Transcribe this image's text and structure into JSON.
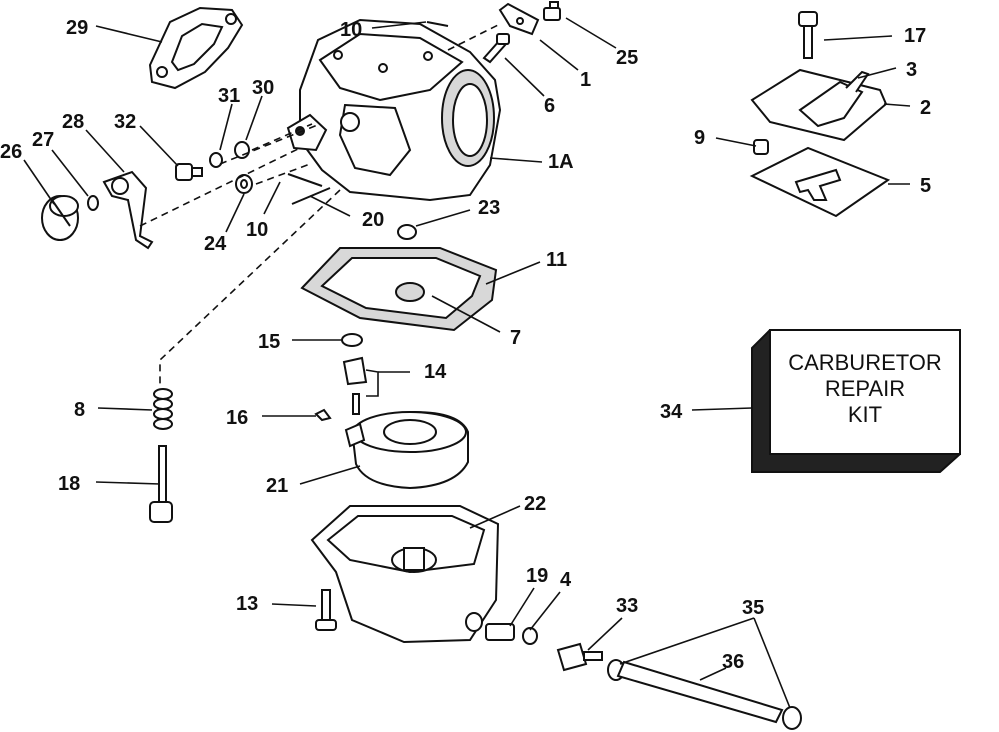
{
  "kit": {
    "line1": "CARBURETOR",
    "line2": "REPAIR",
    "line3": "KIT"
  },
  "callouts": {
    "c29": "29",
    "c10a": "10",
    "c25": "25",
    "c17": "17",
    "c3": "3",
    "c1": "1",
    "c6": "6",
    "c2": "2",
    "c31": "31",
    "c30": "30",
    "c28": "28",
    "c32": "32",
    "c27": "27",
    "c26": "26",
    "c9": "9",
    "c1a": "1A",
    "c5": "5",
    "c23": "23",
    "c20": "20",
    "c10b": "10",
    "c24": "24",
    "c11": "11",
    "c7": "7",
    "c15": "15",
    "c14": "14",
    "c34": "34",
    "c8": "8",
    "c16": "16",
    "c21": "21",
    "c18": "18",
    "c22": "22",
    "c19": "19",
    "c4": "4",
    "c33": "33",
    "c35": "35",
    "c36": "36",
    "c13": "13"
  }
}
